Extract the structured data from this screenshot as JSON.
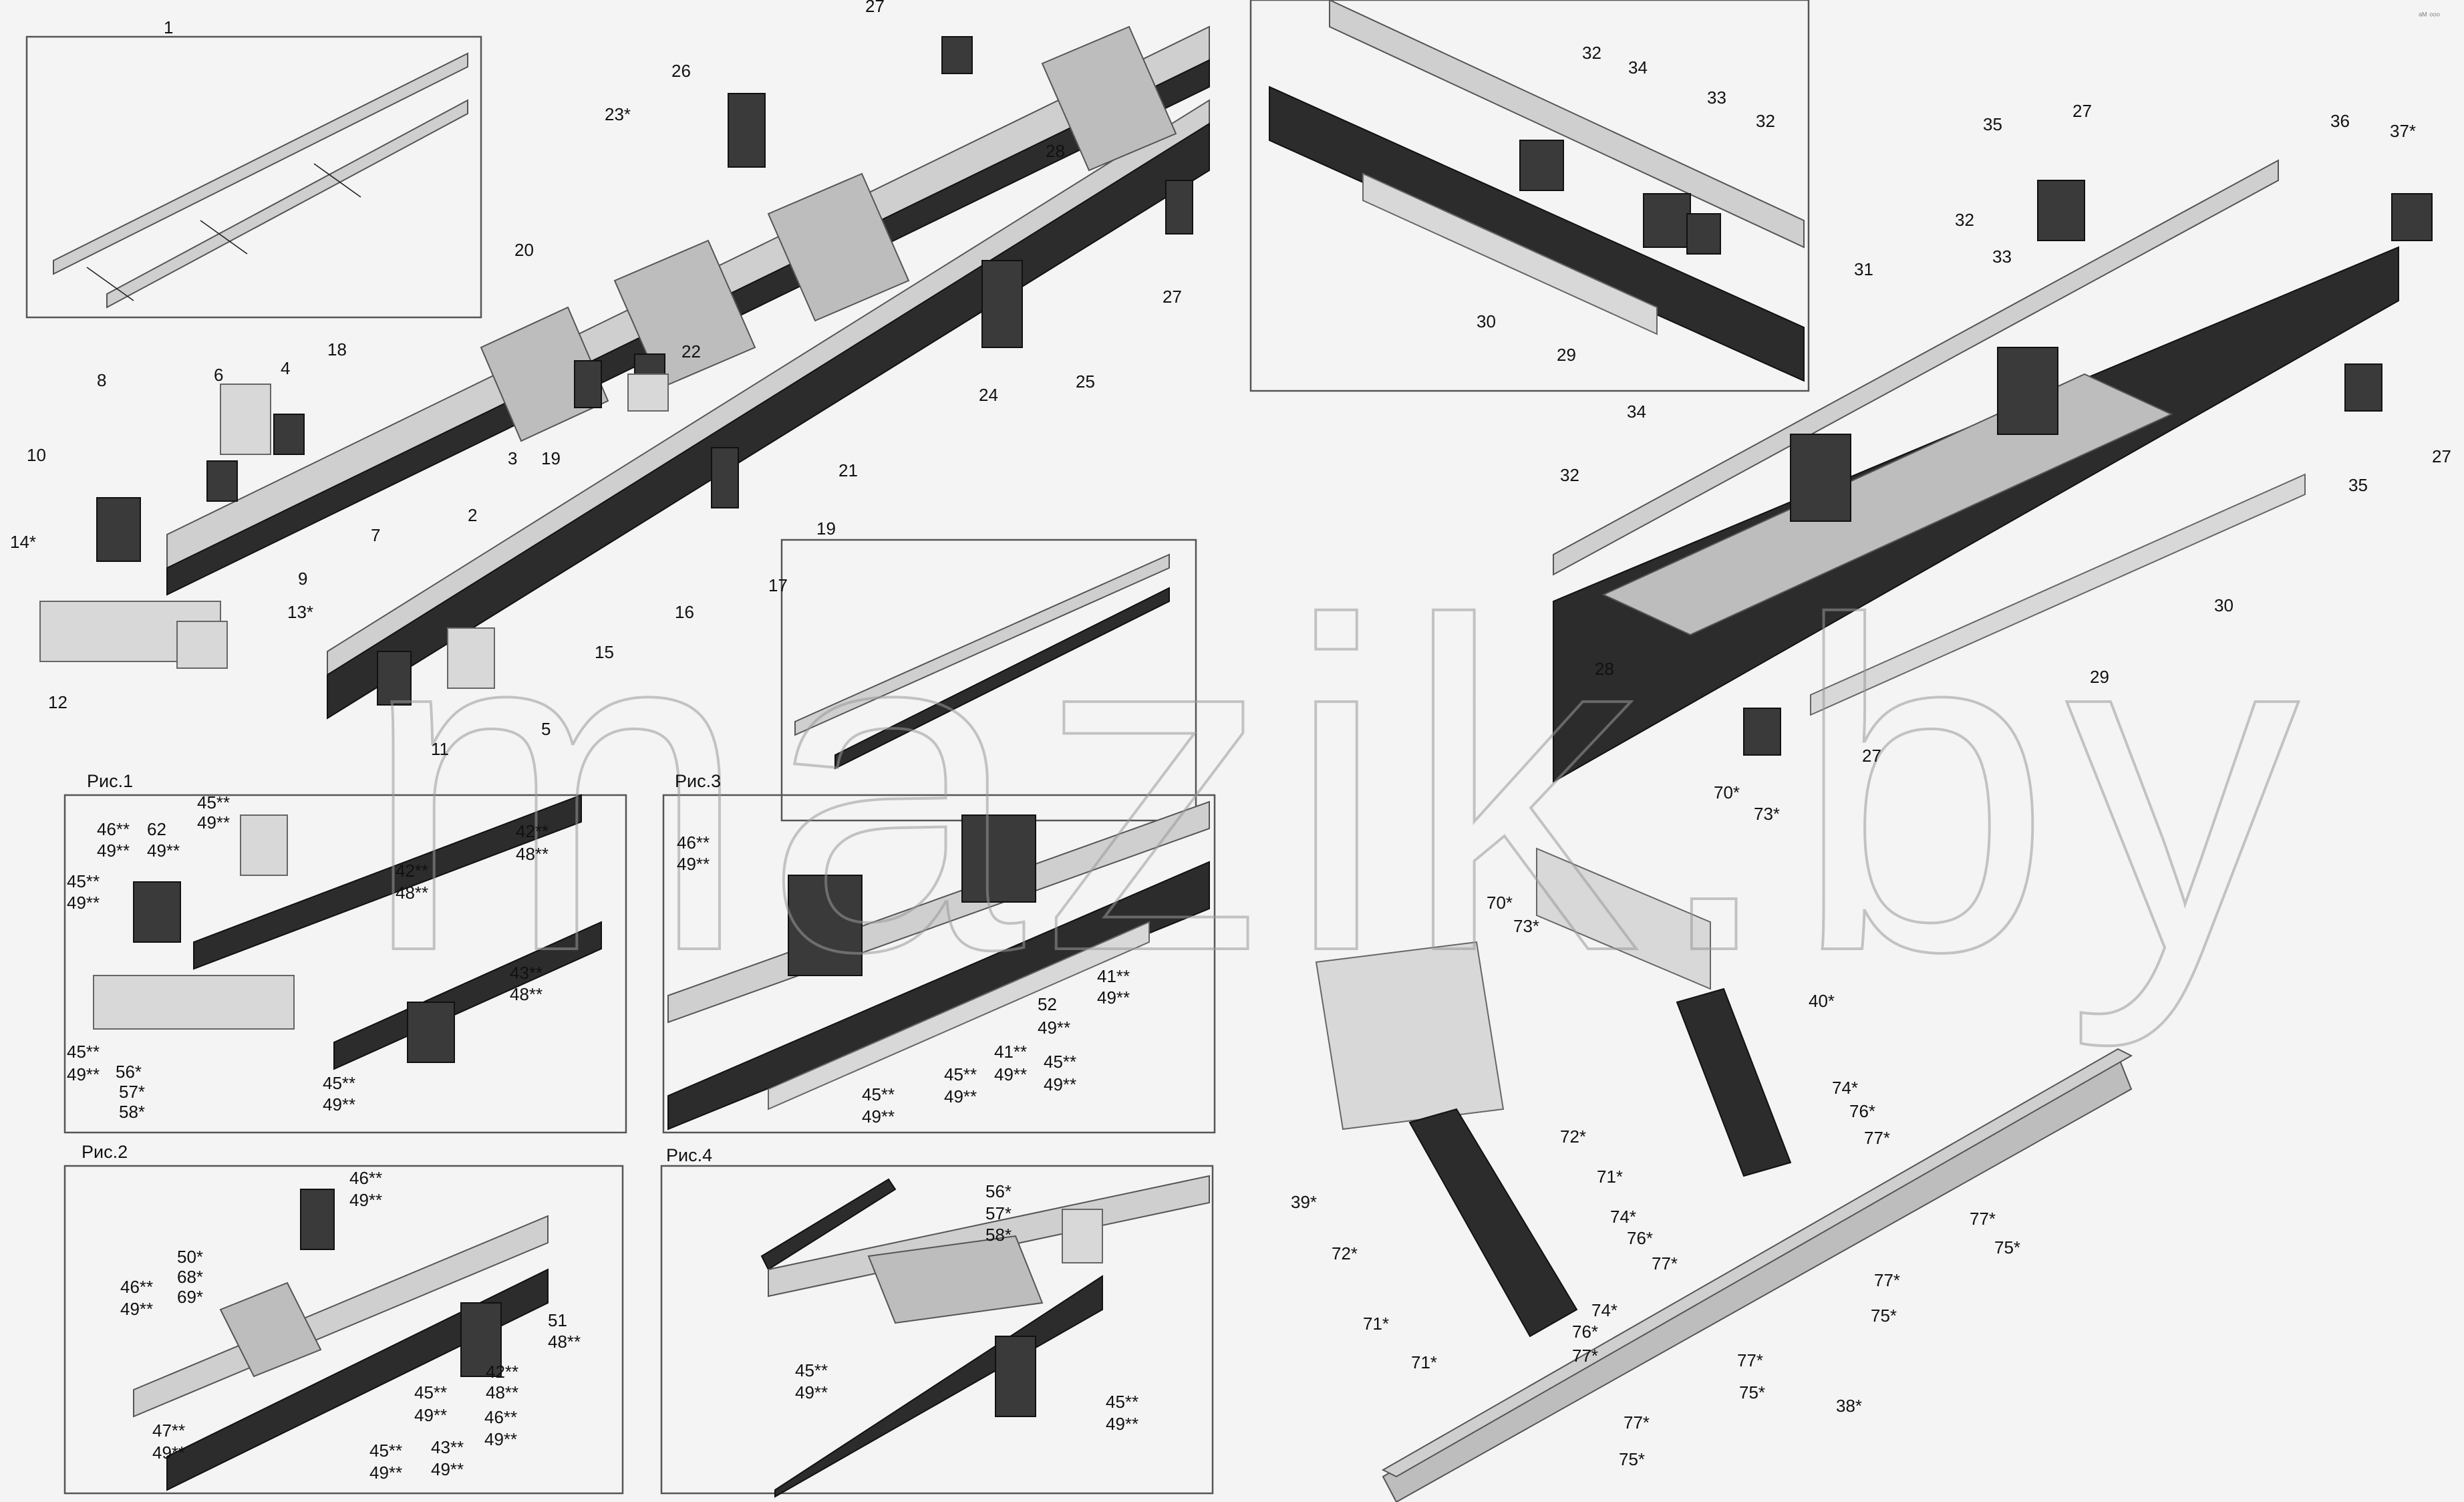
{
  "watermark": "mazik.by",
  "corner_mark": "ᵃᴹ ᵒᵒᵒ",
  "figure_labels": [
    "Рис.1",
    "Рис.2",
    "Рис.3",
    "Рис.4"
  ],
  "callouts_main": [
    "1",
    "2",
    "3",
    "4",
    "5",
    "6",
    "7",
    "8",
    "9",
    "10",
    "11",
    "12",
    "13*",
    "14*",
    "15",
    "16",
    "17",
    "18",
    "19",
    "19",
    "20",
    "21",
    "22",
    "23*",
    "24",
    "25",
    "26",
    "27",
    "27",
    "28"
  ],
  "callouts_inset_top": [
    "32",
    "34",
    "33",
    "32",
    "30",
    "29"
  ],
  "callouts_rear": [
    "27",
    "35",
    "36",
    "37*",
    "32",
    "31",
    "33",
    "34",
    "32",
    "35",
    "27",
    "28",
    "30",
    "29",
    "27"
  ],
  "callouts_fig1": [
    "45**",
    "49**",
    "46**",
    "62",
    "49**",
    "49**",
    "45**",
    "49**",
    "42**",
    "48**",
    "42**",
    "48**",
    "43**",
    "48**",
    "45**",
    "49**",
    "56*",
    "57*",
    "58*",
    "45**",
    "49**"
  ],
  "callouts_fig2": [
    "46**",
    "49**",
    "50*",
    "68*",
    "69*",
    "46**",
    "49**",
    "51",
    "48**",
    "42**",
    "48**",
    "47**",
    "49**",
    "45**",
    "49**",
    "46**",
    "49**",
    "43**",
    "49**",
    "45**",
    "49**"
  ],
  "callouts_fig3": [
    "46**",
    "49**",
    "41**",
    "49**",
    "52",
    "49**",
    "41**",
    "49**",
    "45**",
    "49**",
    "45**",
    "49**",
    "45**",
    "49**"
  ],
  "callouts_fig4": [
    "56*",
    "57*",
    "58*",
    "45**",
    "49**",
    "45**",
    "49**"
  ],
  "callouts_bumper": [
    "70*",
    "73*",
    "70*",
    "73*",
    "40*",
    "74*",
    "76*",
    "77*",
    "72*",
    "71*",
    "39*",
    "74*",
    "76*",
    "77*",
    "72*",
    "71*",
    "74*",
    "76*",
    "77*",
    "71*",
    "77*",
    "75*",
    "77*",
    "75*",
    "77*",
    "75*",
    "38*",
    "77*",
    "75*"
  ]
}
